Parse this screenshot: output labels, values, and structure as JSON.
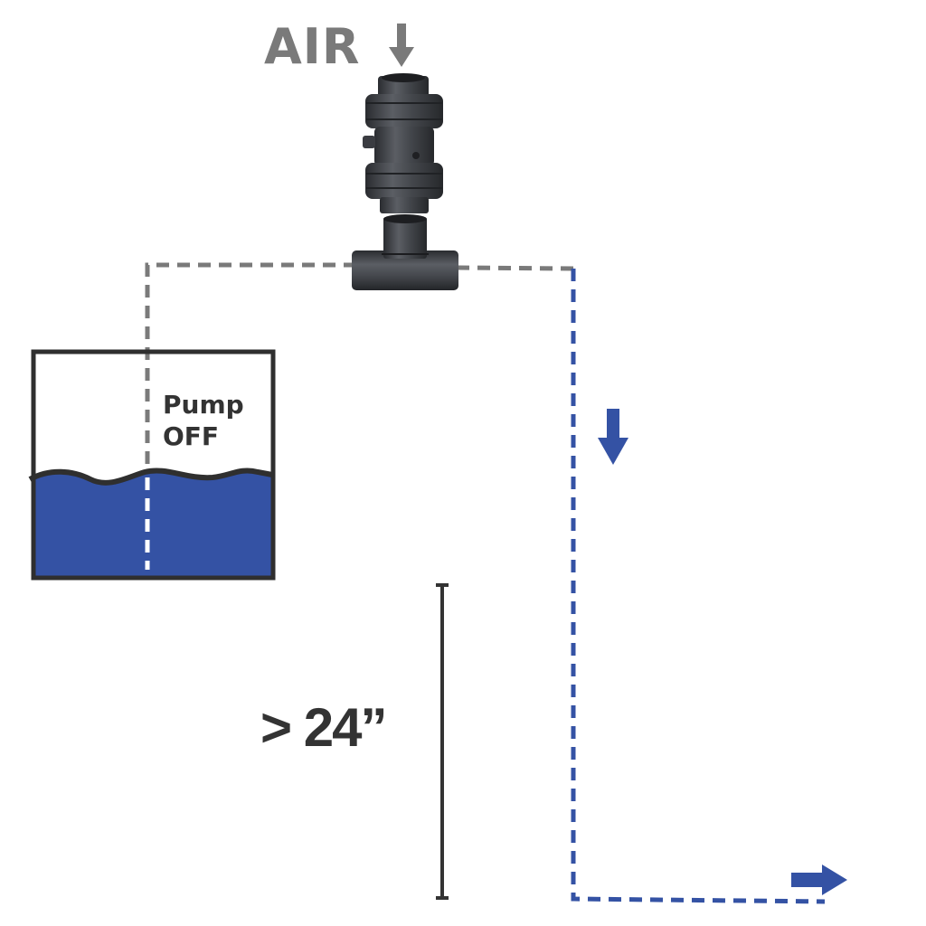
{
  "air_label": "AIR",
  "pump_label": {
    "line1": "Pump",
    "line2": "OFF"
  },
  "height_label": "> 24”",
  "colors": {
    "air_gray": "#7a7a7a",
    "water_blue": "#3452a4",
    "pipe_dark": "#3d3f44",
    "text_dark": "#333333",
    "outline": "#2f2f2f"
  },
  "icons": {
    "air_arrow": "arrow-down-icon",
    "flow_down_arrow": "arrow-down-icon",
    "flow_right_arrow": "arrow-right-icon",
    "valve": "check-valve-icon",
    "tee": "pipe-tee-icon"
  }
}
